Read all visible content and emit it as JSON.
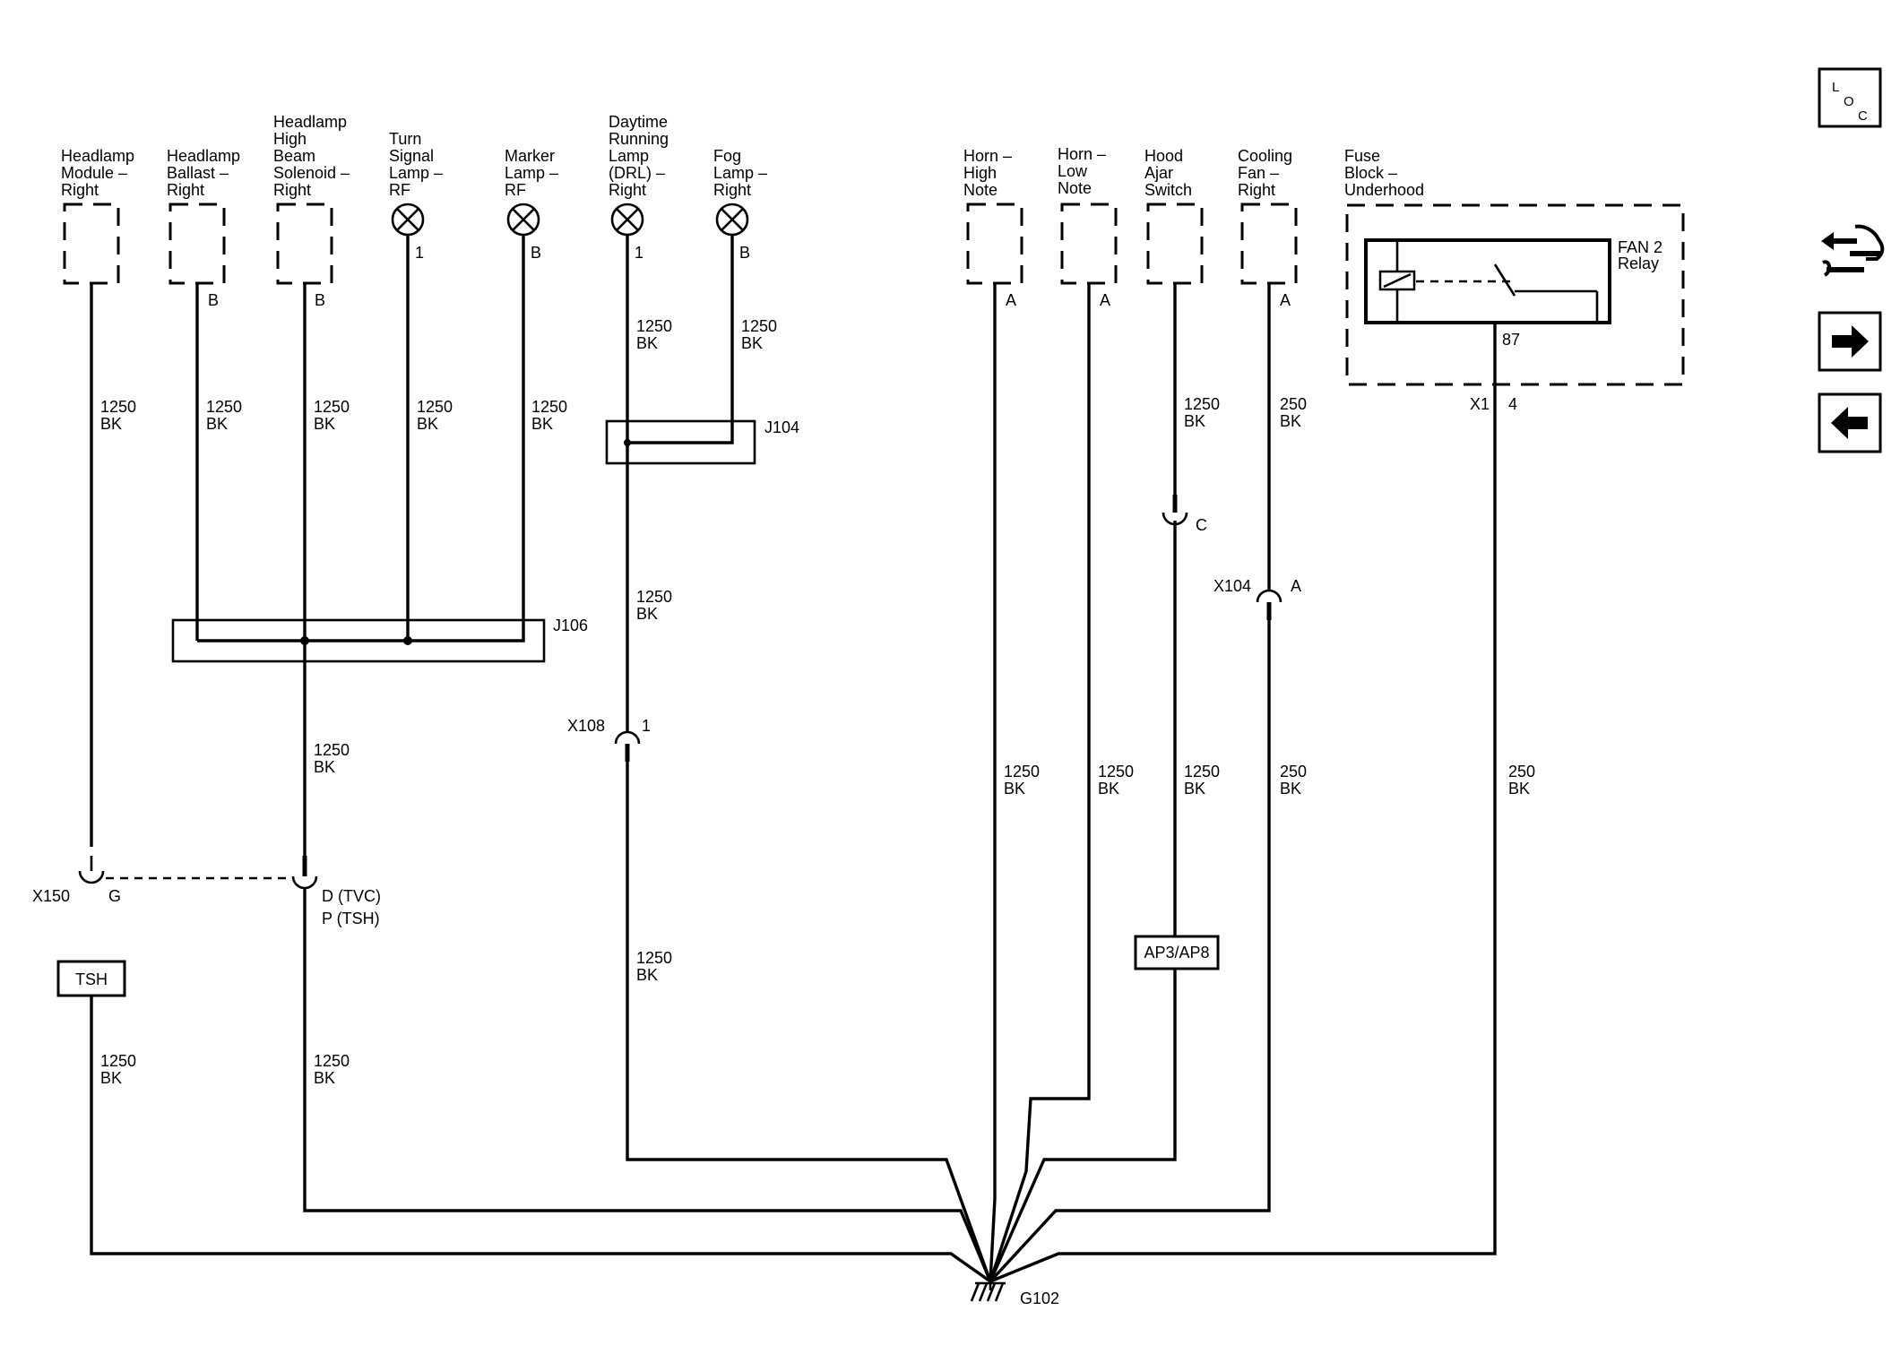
{
  "components": {
    "headlamp_module": [
      "Headlamp",
      "Module –",
      "Right"
    ],
    "headlamp_ballast": [
      "Headlamp",
      "Ballast –",
      "Right"
    ],
    "high_beam_solenoid": [
      "Headlamp",
      "High",
      "Beam",
      "Solenoid –",
      "Right"
    ],
    "turn_signal_lamp": [
      "Turn",
      "Signal",
      "Lamp –",
      "RF"
    ],
    "marker_lamp": [
      "Marker",
      "Lamp –",
      "RF"
    ],
    "drl_lamp": [
      "Daytime",
      "Running",
      "Lamp",
      "(DRL) –",
      "Right"
    ],
    "fog_lamp": [
      "Fog",
      "Lamp –",
      "Right"
    ],
    "horn_high": [
      "Horn –",
      "High",
      "Note"
    ],
    "horn_low": [
      "Horn –",
      "Low",
      "Note"
    ],
    "hood_ajar": [
      "Hood",
      "Ajar",
      "Switch"
    ],
    "cooling_fan": [
      "Cooling",
      "Fan –",
      "Right"
    ],
    "fuse_block": [
      "Fuse",
      "Block –",
      "Underhood"
    ]
  },
  "relay": {
    "name": [
      "FAN 2",
      "Relay"
    ],
    "terminal": "87",
    "connector": "X1",
    "pin": "4"
  },
  "pins": {
    "turn_signal": "1",
    "marker": "B",
    "drl": "1",
    "fog": "B",
    "ballast": "B",
    "solenoid": "B",
    "horn_high": "A",
    "horn_low": "A",
    "cooling_fan": "A"
  },
  "wires": {
    "w1250": "1250",
    "w250": "250",
    "color": "BK"
  },
  "splices": {
    "j106": "J106",
    "j104": "J104"
  },
  "connectors": {
    "x150": "X150",
    "x150_pin": "G",
    "x150_pin2": "D (TVC)",
    "x150_pin3": "P (TSH)",
    "x108": "X108",
    "x108_pin": "1",
    "x104": "X104",
    "x104_pin": "A",
    "hood_pin": "C"
  },
  "option_boxes": {
    "tsh": "TSH",
    "ap": "AP3/AP8"
  },
  "ground": "G102",
  "nav": {
    "loc_icon": [
      "L",
      "O",
      "C"
    ]
  }
}
